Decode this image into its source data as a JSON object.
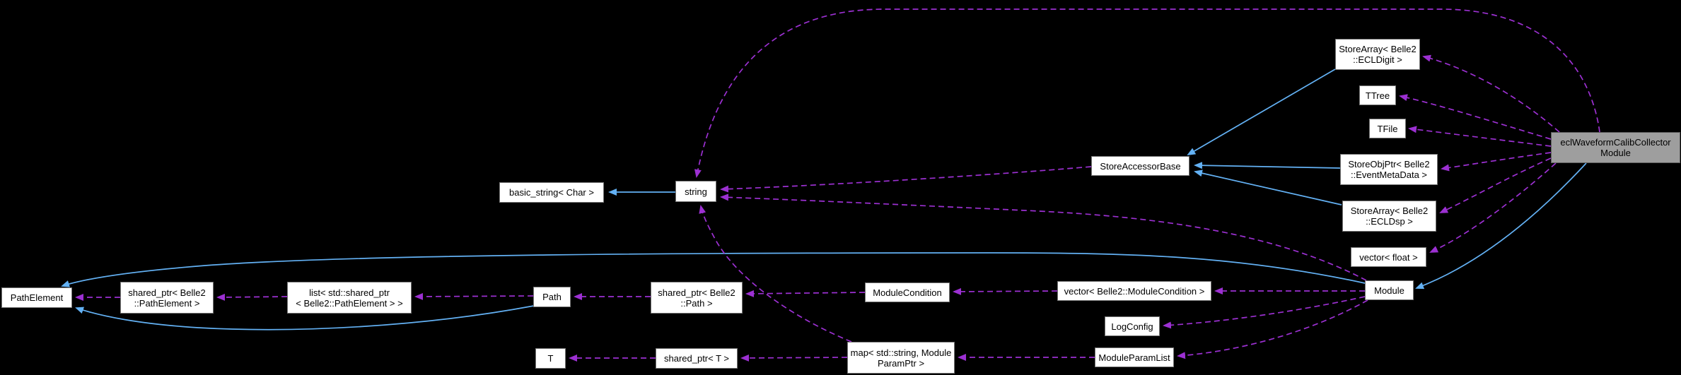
{
  "diagram": {
    "kind": "doxygen-collaboration-graph",
    "background_color": "#000000",
    "colors": {
      "inheritance_edge": "#63b1f4",
      "usage_edge": "#9c30d2",
      "node_background": "#ffffff",
      "node_border": "#757575",
      "highlight_background": "#9e9e9e",
      "highlight_border": "#5c5c5c",
      "text": "#000000"
    },
    "nodes": {
      "eclwaveformcalibcollectormodule": {
        "label": "eclWaveformCalibCollector\nModule",
        "highlighted": true
      },
      "storearray_ecldigit": {
        "label": "StoreArray< Belle2\n::ECLDigit >"
      },
      "ttree": {
        "label": "TTree"
      },
      "tfile": {
        "label": "TFile"
      },
      "storeobjptr_eventmetadata": {
        "label": "StoreObjPtr< Belle2\n::EventMetaData >"
      },
      "storearray_ecldsp": {
        "label": "StoreArray< Belle2\n::ECLDsp >"
      },
      "vector_float": {
        "label": "vector< float >"
      },
      "module": {
        "label": "Module"
      },
      "storeaccessorbase": {
        "label": "StoreAccessorBase"
      },
      "string": {
        "label": "string"
      },
      "basic_string": {
        "label": "basic_string< Char >"
      },
      "pathelement": {
        "label": "PathElement"
      },
      "shared_ptr_pathelement": {
        "label": "shared_ptr< Belle2\n::PathElement >"
      },
      "list_shared_ptr_pathelement": {
        "label": "list< std::shared_ptr\n< Belle2::PathElement > >"
      },
      "path": {
        "label": "Path"
      },
      "shared_ptr_path": {
        "label": "shared_ptr< Belle2\n::Path >"
      },
      "t": {
        "label": "T"
      },
      "shared_ptr_t": {
        "label": "shared_ptr< T >"
      },
      "map_moduleparamptr": {
        "label": "map< std::string, Module\nParamPtr >"
      },
      "modulecondition": {
        "label": "ModuleCondition"
      },
      "vector_modulecondition": {
        "label": "vector< Belle2::ModuleCondition >"
      },
      "logconfig": {
        "label": "LogConfig"
      },
      "moduleparamlist": {
        "label": "ModuleParamList"
      }
    },
    "edges": [
      {
        "from": "string",
        "to": "basic_string",
        "type": "inheritance"
      },
      {
        "from": "storearray_ecldigit",
        "to": "storeaccessorbase",
        "type": "inheritance"
      },
      {
        "from": "storeobjptr_eventmetadata",
        "to": "storeaccessorbase",
        "type": "inheritance"
      },
      {
        "from": "storearray_ecldsp",
        "to": "storeaccessorbase",
        "type": "inheritance"
      },
      {
        "from": "eclwaveformcalibcollectormodule",
        "to": "module",
        "type": "inheritance"
      },
      {
        "from": "module",
        "to": "pathelement",
        "type": "inheritance"
      },
      {
        "from": "path",
        "to": "pathelement",
        "type": "inheritance"
      },
      {
        "from": "eclwaveformcalibcollectormodule",
        "to": "storearray_ecldigit",
        "type": "usage"
      },
      {
        "from": "eclwaveformcalibcollectormodule",
        "to": "ttree",
        "type": "usage"
      },
      {
        "from": "eclwaveformcalibcollectormodule",
        "to": "tfile",
        "type": "usage"
      },
      {
        "from": "eclwaveformcalibcollectormodule",
        "to": "storeobjptr_eventmetadata",
        "type": "usage"
      },
      {
        "from": "eclwaveformcalibcollectormodule",
        "to": "storearray_ecldsp",
        "type": "usage"
      },
      {
        "from": "eclwaveformcalibcollectormodule",
        "to": "vector_float",
        "type": "usage"
      },
      {
        "from": "eclwaveformcalibcollectormodule",
        "to": "string",
        "type": "usage"
      },
      {
        "from": "storeaccessorbase",
        "to": "string",
        "type": "usage"
      },
      {
        "from": "module",
        "to": "string",
        "type": "usage"
      },
      {
        "from": "module",
        "to": "vector_modulecondition",
        "type": "usage"
      },
      {
        "from": "module",
        "to": "logconfig",
        "type": "usage"
      },
      {
        "from": "module",
        "to": "moduleparamlist",
        "type": "usage"
      },
      {
        "from": "vector_modulecondition",
        "to": "modulecondition",
        "type": "usage"
      },
      {
        "from": "modulecondition",
        "to": "shared_ptr_path",
        "type": "usage"
      },
      {
        "from": "shared_ptr_path",
        "to": "path",
        "type": "usage"
      },
      {
        "from": "path",
        "to": "list_shared_ptr_pathelement",
        "type": "usage"
      },
      {
        "from": "list_shared_ptr_pathelement",
        "to": "shared_ptr_pathelement",
        "type": "usage"
      },
      {
        "from": "shared_ptr_pathelement",
        "to": "pathelement",
        "type": "usage"
      },
      {
        "from": "moduleparamlist",
        "to": "map_moduleparamptr",
        "type": "usage"
      },
      {
        "from": "map_moduleparamptr",
        "to": "shared_ptr_t",
        "type": "usage"
      },
      {
        "from": "shared_ptr_t",
        "to": "t",
        "type": "usage"
      },
      {
        "from": "map_moduleparamptr",
        "to": "string",
        "type": "usage"
      }
    ]
  }
}
